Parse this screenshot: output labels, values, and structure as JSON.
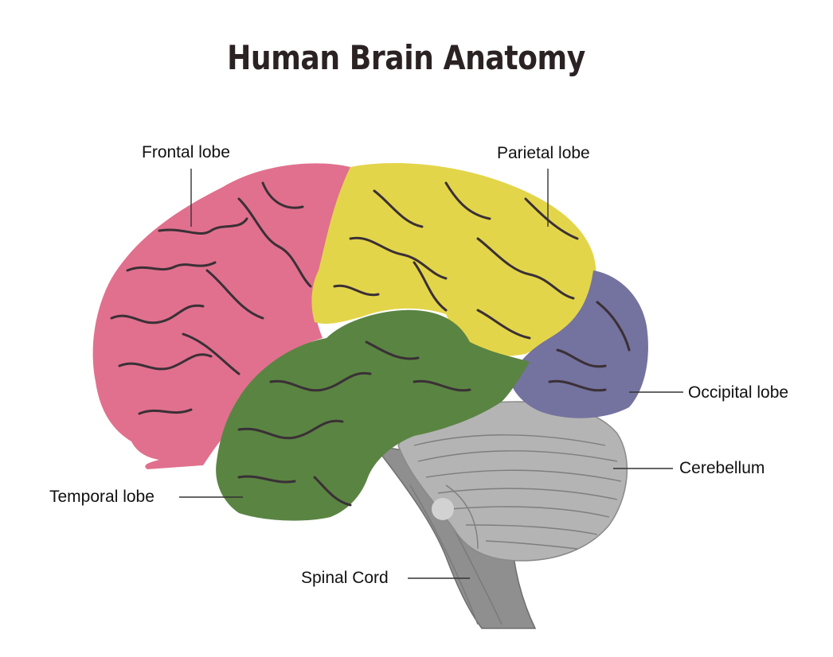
{
  "title": "Human Brain Anatomy",
  "labels": {
    "frontal": "Frontal lobe",
    "parietal": "Parietal lobe",
    "occipital": "Occipital lobe",
    "cerebellum": "Cerebellum",
    "temporal": "Temporal lobe",
    "spinal": "Spinal Cord"
  },
  "colors": {
    "frontal": "#e0708e",
    "parietal": "#e3d54a",
    "occipital": "#74729e",
    "temporal": "#5a8442",
    "cerebellum": "#b4b4b4",
    "brainstem": "#8f8f8f",
    "sulcus": "#3a3036"
  }
}
